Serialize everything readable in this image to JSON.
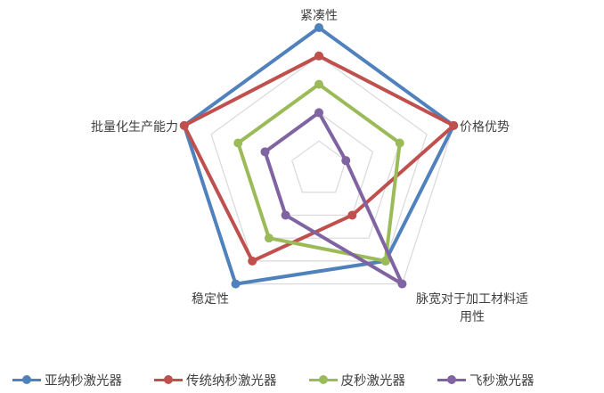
{
  "chart_data": {
    "type": "radar",
    "title": "",
    "axes": [
      "紧凑性",
      "价格优势",
      "脉宽对于加工材料适用性",
      "稳定性",
      "批量化生产能力"
    ],
    "axis_label_lines": [
      [
        "紧凑性"
      ],
      [
        "价格优势"
      ],
      [
        "脉宽对于加工材料适",
        "用性"
      ],
      [
        "稳定性"
      ],
      [
        "批量化生产能力"
      ]
    ],
    "rmax": 5,
    "rings": 5,
    "grid": true,
    "legend_position": "bottom",
    "series": [
      {
        "name": "亚纳秒激光器",
        "color": "#4F81BD",
        "values": [
          5,
          5,
          4,
          5,
          5
        ]
      },
      {
        "name": "传统纳秒激光器",
        "color": "#C0504D",
        "values": [
          4,
          5,
          2,
          4,
          5
        ]
      },
      {
        "name": "皮秒激光器",
        "color": "#9BBB59",
        "values": [
          3,
          3,
          4,
          3,
          3
        ]
      },
      {
        "name": "飞秒激光器",
        "color": "#8064A2",
        "values": [
          2,
          1,
          5,
          2,
          2
        ]
      }
    ]
  },
  "legend": {
    "items": [
      {
        "label": "亚纳秒激光器",
        "color": "#4F81BD"
      },
      {
        "label": "传统纳秒激光器",
        "color": "#C0504D"
      },
      {
        "label": "皮秒激光器",
        "color": "#9BBB59"
      },
      {
        "label": "飞秒激光器",
        "color": "#8064A2"
      }
    ]
  }
}
